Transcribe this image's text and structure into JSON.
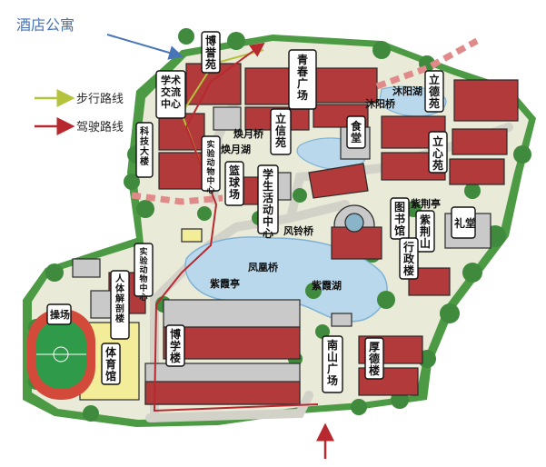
{
  "header": {
    "title": "酒店公寓"
  },
  "legend": {
    "walk": "步行路线",
    "drive": "驾驶路线",
    "walk_color": "#b5c23c",
    "drive_color": "#b8292f"
  },
  "colors": {
    "roof": "#b23a3a",
    "wall": "#c9c9c9",
    "green": "#3f8a3c",
    "lake": "#b9d8ec",
    "road": "#d7d7d2",
    "track": "#d44a3a",
    "field": "#2f9a4a",
    "title_blue": "#4a74b8"
  },
  "map": {
    "places": {
      "boyuan": "博誉苑",
      "xueshu": "学术交流中心",
      "qingchun": "青春广场",
      "lide": "立德苑",
      "muyanghu": "沐阳湖",
      "muyangqiao": "沐阳桥",
      "keji": "科技大楼",
      "shiyan1": "实验动物中心",
      "huanyueqiao": "焕月桥",
      "huanyuehu": "焕月湖",
      "lixin_yuan": "立信苑",
      "shitang": "食堂",
      "lixin": "立心苑",
      "lanqiu": "篮球场",
      "xuesheng": "学生活动中心",
      "tushuguan": "图书馆",
      "zijingting": "紫荆亭",
      "zijingshan": "紫荆山",
      "litang": "礼堂",
      "fenglingqiao": "风铃桥",
      "xingzheng": "行政楼",
      "shiyan2": "实验动物中心",
      "renti": "人体解剖楼",
      "fenghuangqiao": "凤凰桥",
      "zixiating": "紫霞亭",
      "zixiahu": "紫霞湖",
      "caochang": "操场",
      "tiyuguan": "体育馆",
      "boxue": "博学楼",
      "nanshan": "南山广场",
      "houde": "厚德楼"
    }
  }
}
